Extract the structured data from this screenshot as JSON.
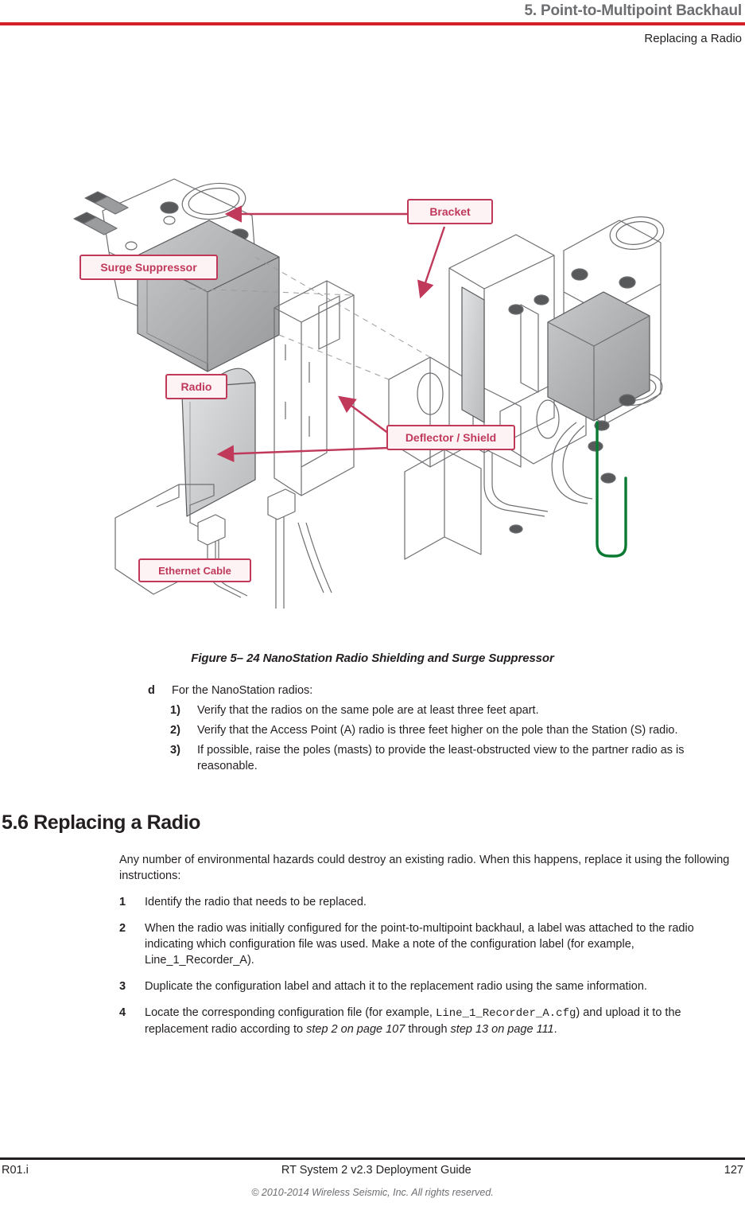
{
  "header": {
    "chapter_title": "5. Point-to-Multipoint Backhaul",
    "section_subtitle": "Replacing a Radio",
    "rule_color": "#d62028"
  },
  "figure": {
    "caption": "Figure 5– 24  NanoStation Radio Shielding and Surge Suppressor",
    "callouts": [
      {
        "id": "bracket",
        "label": "Bracket"
      },
      {
        "id": "surge-suppressor",
        "label": "Surge Suppressor"
      },
      {
        "id": "radio",
        "label": "Radio"
      },
      {
        "id": "deflector-shield",
        "label": "Deflector / Shield"
      },
      {
        "id": "ethernet-cable",
        "label": "Ethernet Cable"
      }
    ],
    "callout_color": "#c0395a",
    "line_color": "#58595b",
    "ground_wire_color": "#0a7a32"
  },
  "nanostation_list": {
    "intro_marker": "d",
    "intro_text": "For the NanoStation radios:",
    "items": [
      {
        "marker": "1)",
        "text": "Verify that the radios on the same pole are at least three feet apart."
      },
      {
        "marker": "2)",
        "text": "Verify that the Access Point (A) radio is three feet higher on the pole than the Station (S) radio."
      },
      {
        "marker": "3)",
        "text": "If possible, raise the poles (masts) to provide the least-obstructed view to the partner radio as is reasonable."
      }
    ]
  },
  "section": {
    "heading": "5.6 Replacing a Radio",
    "intro": "Any number of environmental hazards could destroy an existing radio. When this happens, replace it using the following instructions:",
    "steps": [
      {
        "marker": "1",
        "parts": [
          {
            "type": "text",
            "value": "Identify the radio that needs to be replaced."
          }
        ]
      },
      {
        "marker": "2",
        "parts": [
          {
            "type": "text",
            "value": "When the radio was initially configured for the point-to-multipoint backhaul, a label was attached to the radio indicating which configuration file was used. Make a note of the configuration label (for example, Line_1_Recorder_A)."
          }
        ]
      },
      {
        "marker": "3",
        "parts": [
          {
            "type": "text",
            "value": "Duplicate the configuration label and attach it to the replacement radio using the same information."
          }
        ]
      },
      {
        "marker": "4",
        "parts": [
          {
            "type": "text",
            "value": "Locate the corresponding configuration file (for example, "
          },
          {
            "type": "mono",
            "value": "Line_1_Recorder_A.cfg"
          },
          {
            "type": "text",
            "value": ") and upload it to the replacement radio according to "
          },
          {
            "type": "italic",
            "value": "step 2 on page 107"
          },
          {
            "type": "text",
            "value": " through "
          },
          {
            "type": "italic",
            "value": "step 13 on page 111"
          },
          {
            "type": "text",
            "value": "."
          }
        ]
      }
    ]
  },
  "footer": {
    "revision": "R01.i",
    "guide_title": "RT System 2 v2.3 Deployment Guide",
    "page_number": "127",
    "copyright": "© 2010-2014 Wireless Seismic, Inc. All rights reserved."
  }
}
